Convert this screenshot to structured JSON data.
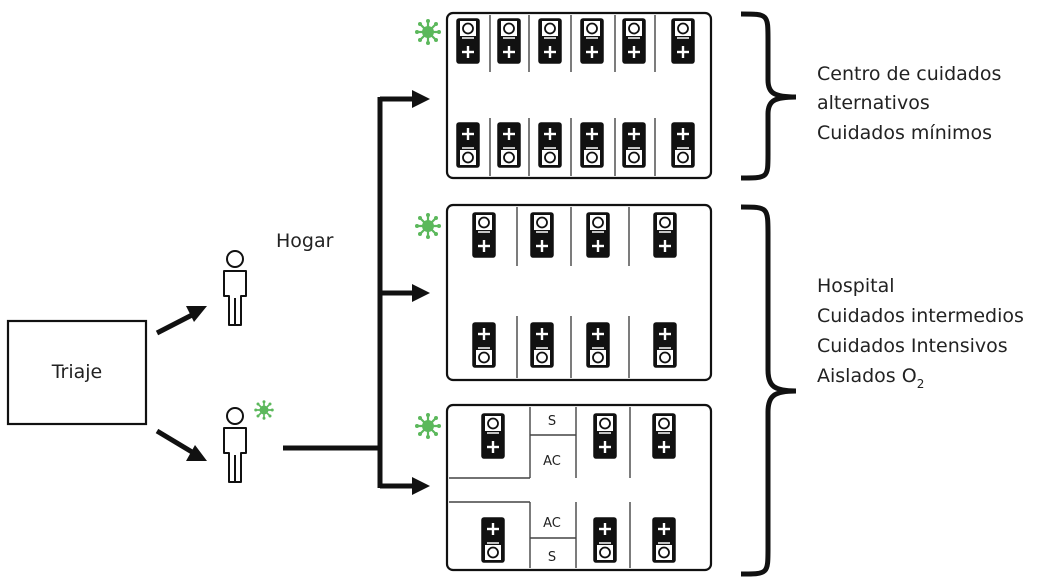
{
  "labels": {
    "triage": "Triaje",
    "home": "Hogar",
    "alt_care": [
      "Centro de cuidados",
      "alternativos",
      "Cuidados mínimos"
    ],
    "hospital": [
      "Hospital",
      "Cuidados intermedios",
      "Cuidados Intensivos"
    ],
    "isolated_prefix": "Aislados O",
    "isolated_sub": "2",
    "room_s": "S",
    "room_ac": "AC"
  },
  "colors": {
    "stroke": "#111111",
    "virus": "#5cb85c",
    "bed_fill": "#111111",
    "background": "#ffffff"
  },
  "icons": [
    "person-icon",
    "virus-icon",
    "hospital-bed-icon",
    "arrow-icon",
    "bracket"
  ]
}
